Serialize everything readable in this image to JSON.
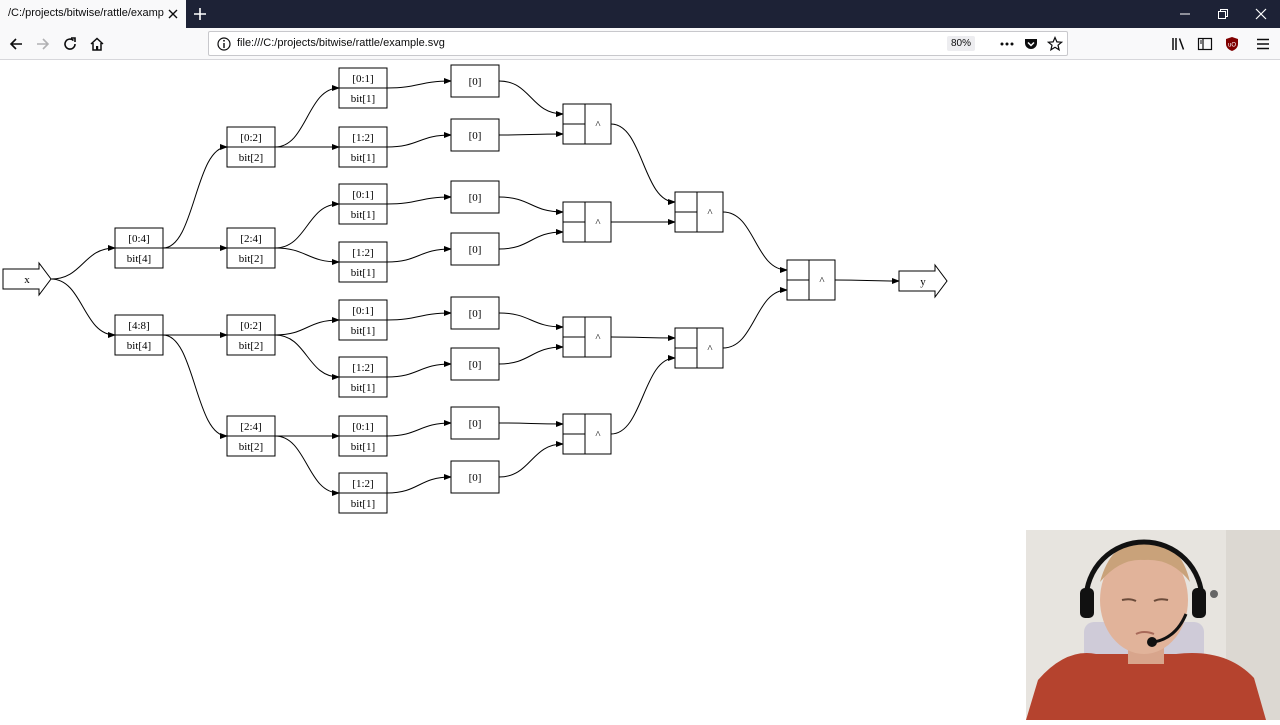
{
  "tab": {
    "title": "/C:/projects/bitwise/rattle/example.svg"
  },
  "urlbar": {
    "url": "file:///C:/projects/bitwise/rattle/example.svg",
    "zoom": "80%"
  },
  "icons": {
    "tab_close": "close-icon",
    "new_tab": "plus-icon",
    "back": "back-arrow-icon",
    "forward": "forward-arrow-icon",
    "reload": "reload-icon",
    "home": "home-icon",
    "info": "info-icon",
    "page_actions": "more-icon",
    "pocket": "pocket-icon",
    "bookmark": "star-icon",
    "library": "library-icon",
    "sidebar": "sidebar-icon",
    "ublock": "ublock-icon",
    "menu": "hamburger-icon",
    "minimize": "minimize-icon",
    "restore": "restore-icon",
    "close_window": "close-icon"
  },
  "diagram": {
    "input": "x",
    "output": "y",
    "level1": [
      {
        "range": "[0:4]",
        "type": "bit[4]"
      },
      {
        "range": "[4:8]",
        "type": "bit[4]"
      }
    ],
    "level2": [
      {
        "range": "[0:2]",
        "type": "bit[2]"
      },
      {
        "range": "[2:4]",
        "type": "bit[2]"
      },
      {
        "range": "[0:2]",
        "type": "bit[2]"
      },
      {
        "range": "[2:4]",
        "type": "bit[2]"
      }
    ],
    "level3": [
      {
        "range": "[0:1]",
        "type": "bit[1]"
      },
      {
        "range": "[1:2]",
        "type": "bit[1]"
      },
      {
        "range": "[0:1]",
        "type": "bit[1]"
      },
      {
        "range": "[1:2]",
        "type": "bit[1]"
      },
      {
        "range": "[0:1]",
        "type": "bit[1]"
      },
      {
        "range": "[1:2]",
        "type": "bit[1]"
      },
      {
        "range": "[0:1]",
        "type": "bit[1]"
      },
      {
        "range": "[1:2]",
        "type": "bit[1]"
      }
    ],
    "level4": [
      "[0]",
      "[0]",
      "[0]",
      "[0]",
      "[0]",
      "[0]",
      "[0]",
      "[0]"
    ],
    "xor_op": "^"
  },
  "colors": {
    "tabbar": "#1d2236",
    "toolbar": "#f9f9fa",
    "ublock": "#800000"
  }
}
